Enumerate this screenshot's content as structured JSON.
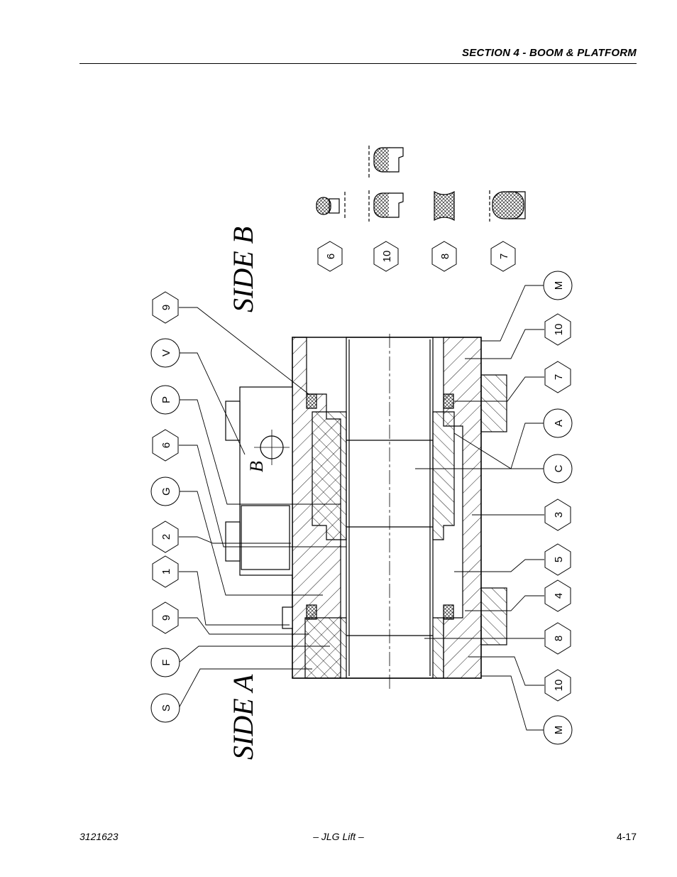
{
  "header": {
    "section_title": "SECTION 4 - BOOM & PLATFORM"
  },
  "footer": {
    "doc_number": "3121623",
    "publisher": "– JLG Lift –",
    "page_number": "4-17"
  },
  "drawing": {
    "side_b_label": "SIDE  B",
    "side_a_label": "SIDE  A",
    "port_label": "B",
    "top_callouts": [
      "9",
      "V",
      "P",
      "6",
      "G",
      "2",
      "1",
      "9",
      "F",
      "S"
    ],
    "bottom_callouts": [
      "M",
      "10",
      "7",
      "A",
      "C",
      "3",
      "5",
      "4",
      "8",
      "10",
      "M"
    ],
    "seal_detail_callouts": [
      "6",
      "10",
      "8",
      "7"
    ]
  }
}
